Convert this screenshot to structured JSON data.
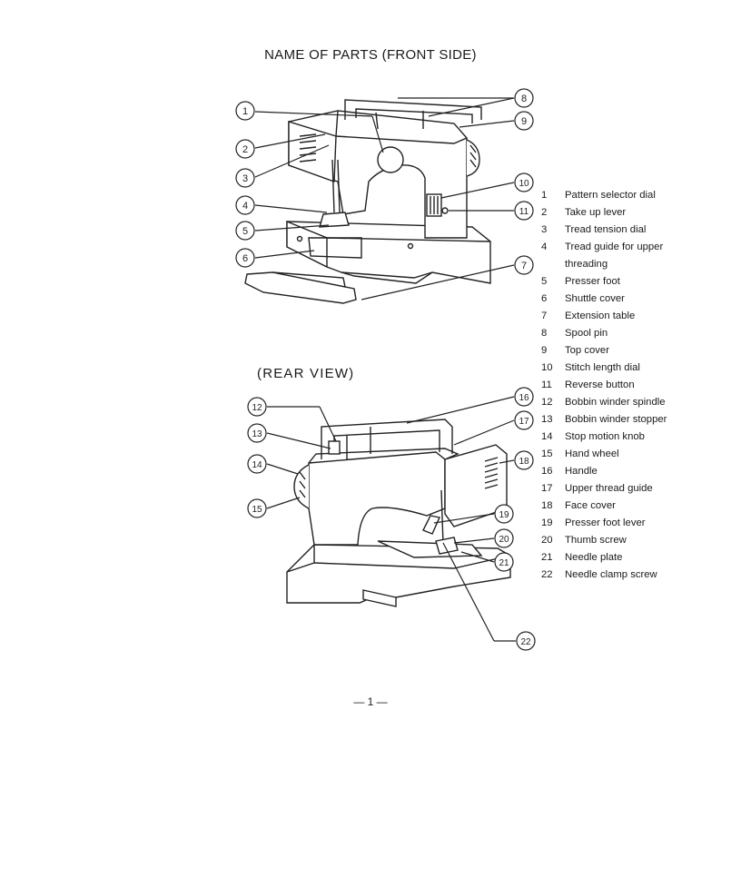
{
  "title": "NAME OF PARTS (FRONT SIDE)",
  "rear_title": "(REAR VIEW)",
  "parts": [
    {
      "num": "1",
      "label": "Pattern selector dial"
    },
    {
      "num": "2",
      "label": "Take up lever"
    },
    {
      "num": "3",
      "label": "Tread tension dial"
    },
    {
      "num": "4",
      "label": "Tread guide for upper",
      "cont": "threading"
    },
    {
      "num": "5",
      "label": "Presser foot"
    },
    {
      "num": "6",
      "label": "Shuttle cover"
    },
    {
      "num": "7",
      "label": "Extension table"
    },
    {
      "num": "8",
      "label": "Spool pin"
    },
    {
      "num": "9",
      "label": "Top cover"
    },
    {
      "num": "10",
      "label": "Stitch length dial"
    },
    {
      "num": "11",
      "label": "Reverse button"
    },
    {
      "num": "12",
      "label": "Bobbin winder spindle"
    },
    {
      "num": "13",
      "label": "Bobbin winder stopper"
    },
    {
      "num": "14",
      "label": "Stop motion knob"
    },
    {
      "num": "15",
      "label": "Hand wheel"
    },
    {
      "num": "16",
      "label": "Handle"
    },
    {
      "num": "17",
      "label": "Upper thread guide"
    },
    {
      "num": "18",
      "label": "Face cover"
    },
    {
      "num": "19",
      "label": "Presser foot lever"
    },
    {
      "num": "20",
      "label": "Thumb screw"
    },
    {
      "num": "21",
      "label": "Needle plate"
    },
    {
      "num": "22",
      "label": "Needle clamp screw"
    }
  ],
  "callouts_front": [
    "1",
    "2",
    "3",
    "4",
    "5",
    "6",
    "7",
    "8",
    "9",
    "10",
    "11"
  ],
  "callouts_rear": [
    "12",
    "13",
    "14",
    "15",
    "16",
    "17",
    "18",
    "19",
    "20",
    "21",
    "22"
  ],
  "page_number": "— 1 —"
}
